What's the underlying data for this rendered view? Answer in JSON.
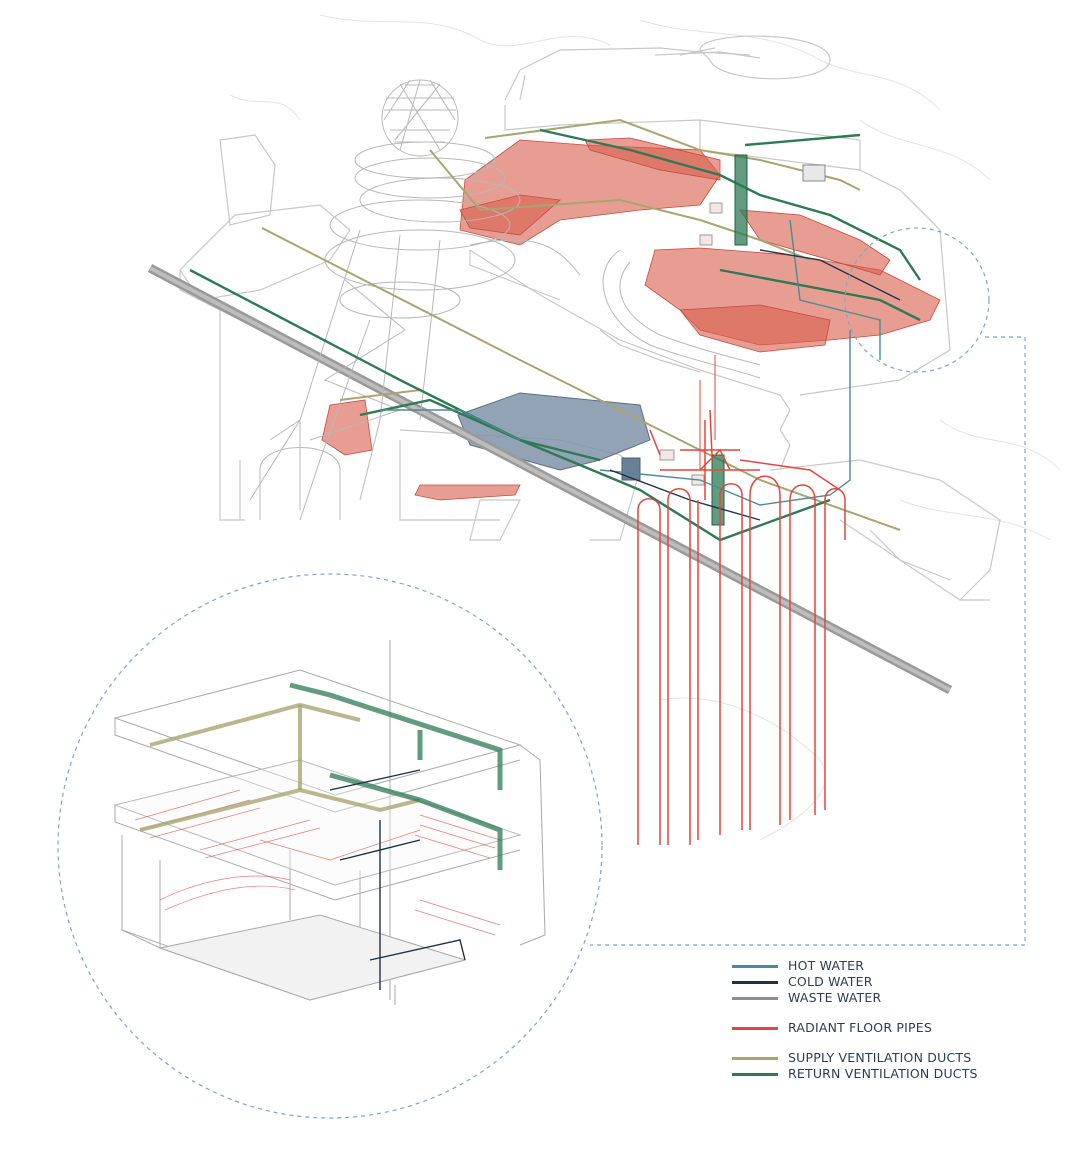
{
  "legend": {
    "items": [
      {
        "key": "hot_water",
        "label": "HOT WATER",
        "color": "#4a8a9c"
      },
      {
        "key": "cold_water",
        "label": "COLD WATER",
        "color": "#1e3347"
      },
      {
        "key": "waste_water",
        "label": "WASTE WATER",
        "color": "#8c8f94"
      },
      {
        "key": "radiant_floor",
        "label": "RADIANT FLOOR PIPES",
        "color": "#e2473f"
      },
      {
        "key": "supply_vent",
        "label": "SUPPLY VENTILATION DUCTS",
        "color": "#a7a571"
      },
      {
        "key": "return_vent",
        "label": "RETURN VENTILATION DUCTS",
        "color": "#2f7a55"
      }
    ]
  },
  "colors": {
    "outline": "#c8c8c8",
    "detail_circle": "#7aa6c8",
    "red_fill": "#d9614f",
    "tank": "#7f93a8",
    "rail": "#9a9a9a"
  }
}
